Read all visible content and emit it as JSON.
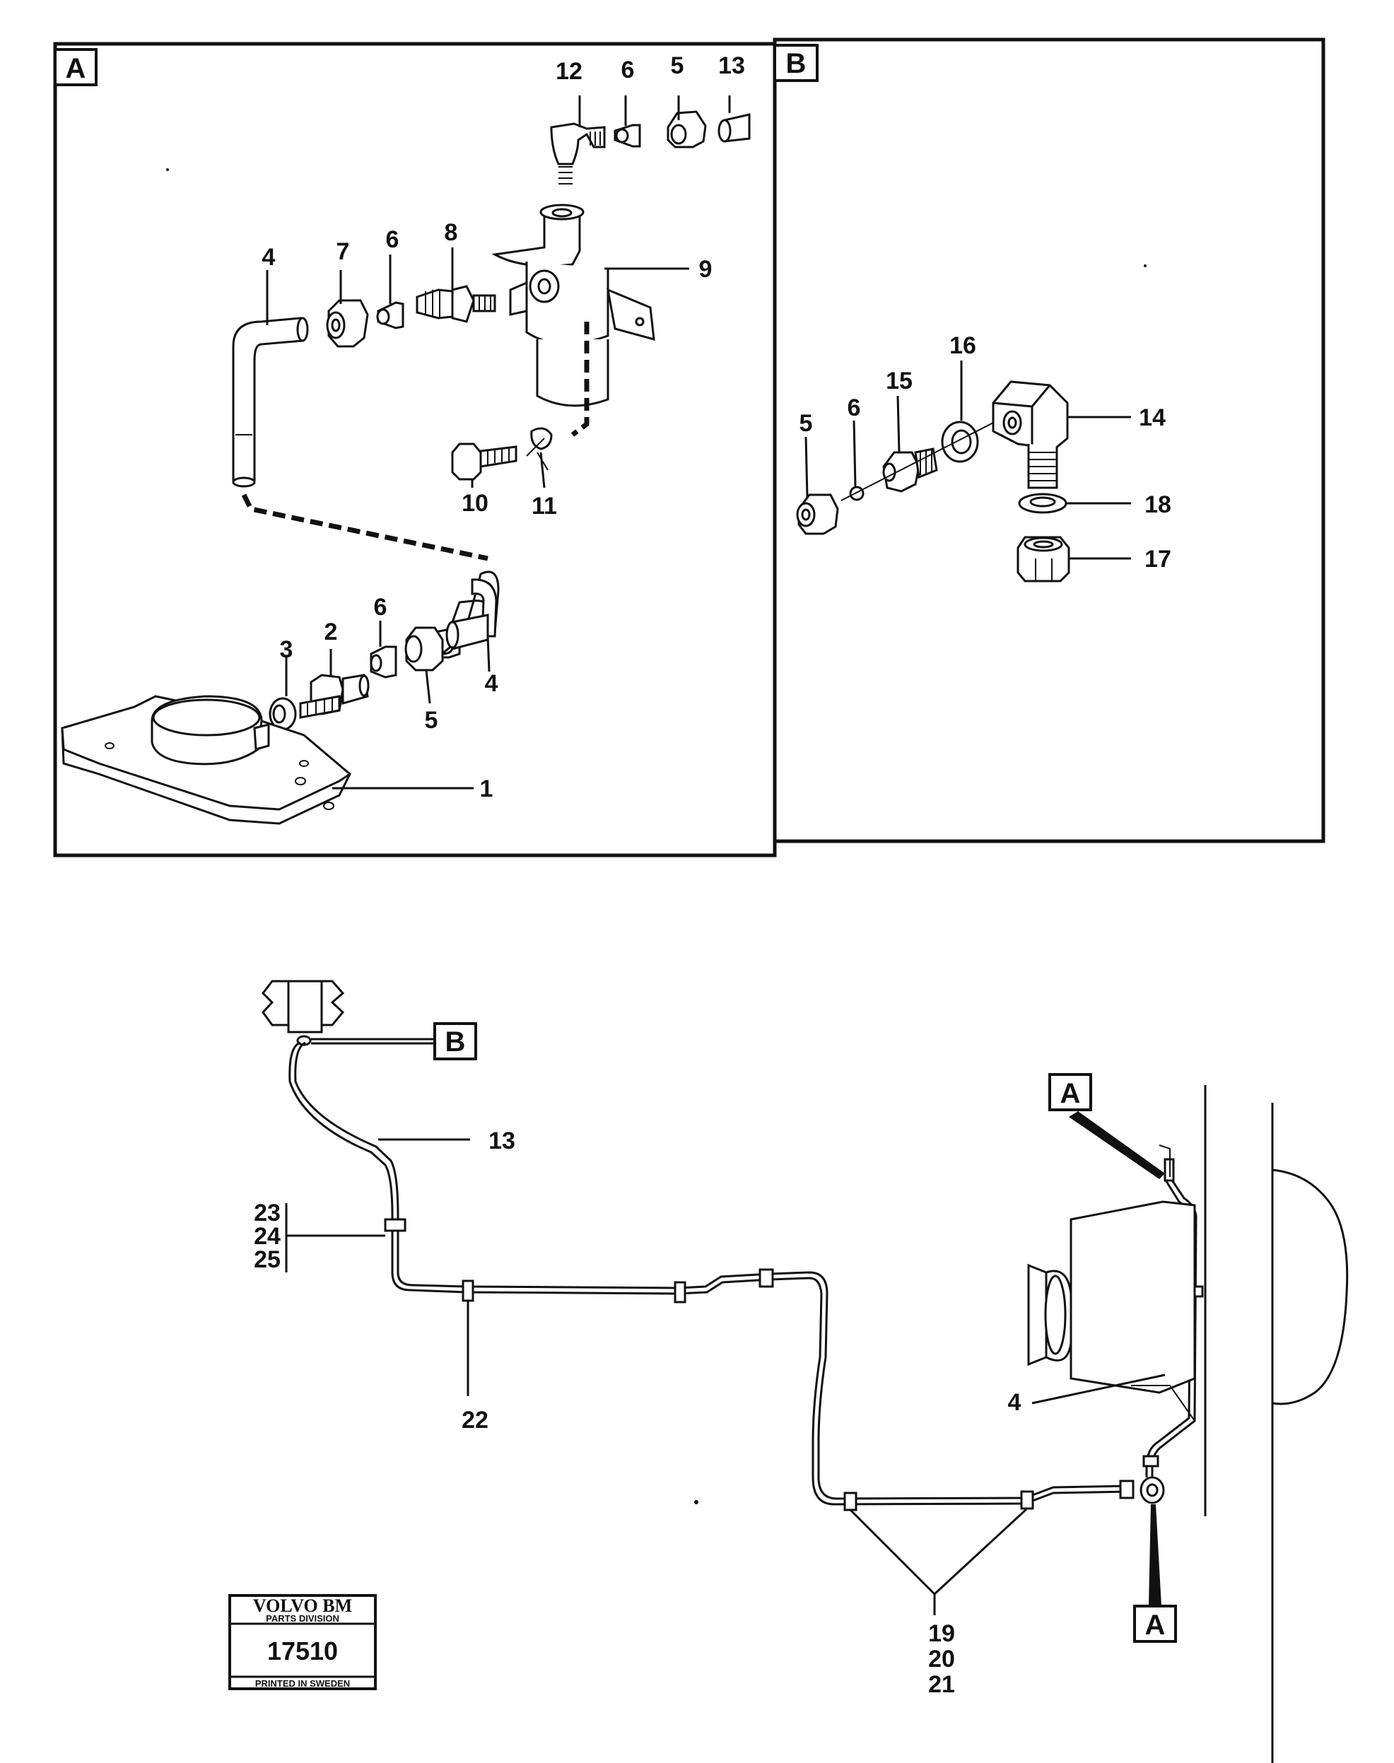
{
  "panels": {
    "a": {
      "label": "A"
    },
    "b": {
      "label": "B"
    }
  },
  "callouts": {
    "a_12": "12",
    "a_6_top": "6",
    "a_5_top": "5",
    "a_13_top": "13",
    "a_4_left": "4",
    "a_7": "7",
    "a_6_mid": "6",
    "a_8": "8",
    "a_9": "9",
    "a_10": "10",
    "a_11": "11",
    "a_3": "3",
    "a_2": "2",
    "a_6_low": "6",
    "a_5_low": "5",
    "a_4_low": "4",
    "a_1": "1",
    "b_16": "16",
    "b_15": "15",
    "b_6": "6",
    "b_5": "5",
    "b_14": "14",
    "b_18": "18",
    "b_17": "17",
    "lo_13": "13",
    "lo_23": "23",
    "lo_24": "24",
    "lo_25": "25",
    "lo_22": "22",
    "lo_4": "4",
    "lo_19": "19",
    "lo_20": "20",
    "lo_21": "21"
  },
  "refs": {
    "b": "B",
    "a_top": "A",
    "a_bottom": "A"
  },
  "logo": {
    "brand": "VOLVO BM",
    "division": "PARTS DIVISION",
    "number": "17510",
    "printed": "PRINTED IN SWEDEN"
  }
}
